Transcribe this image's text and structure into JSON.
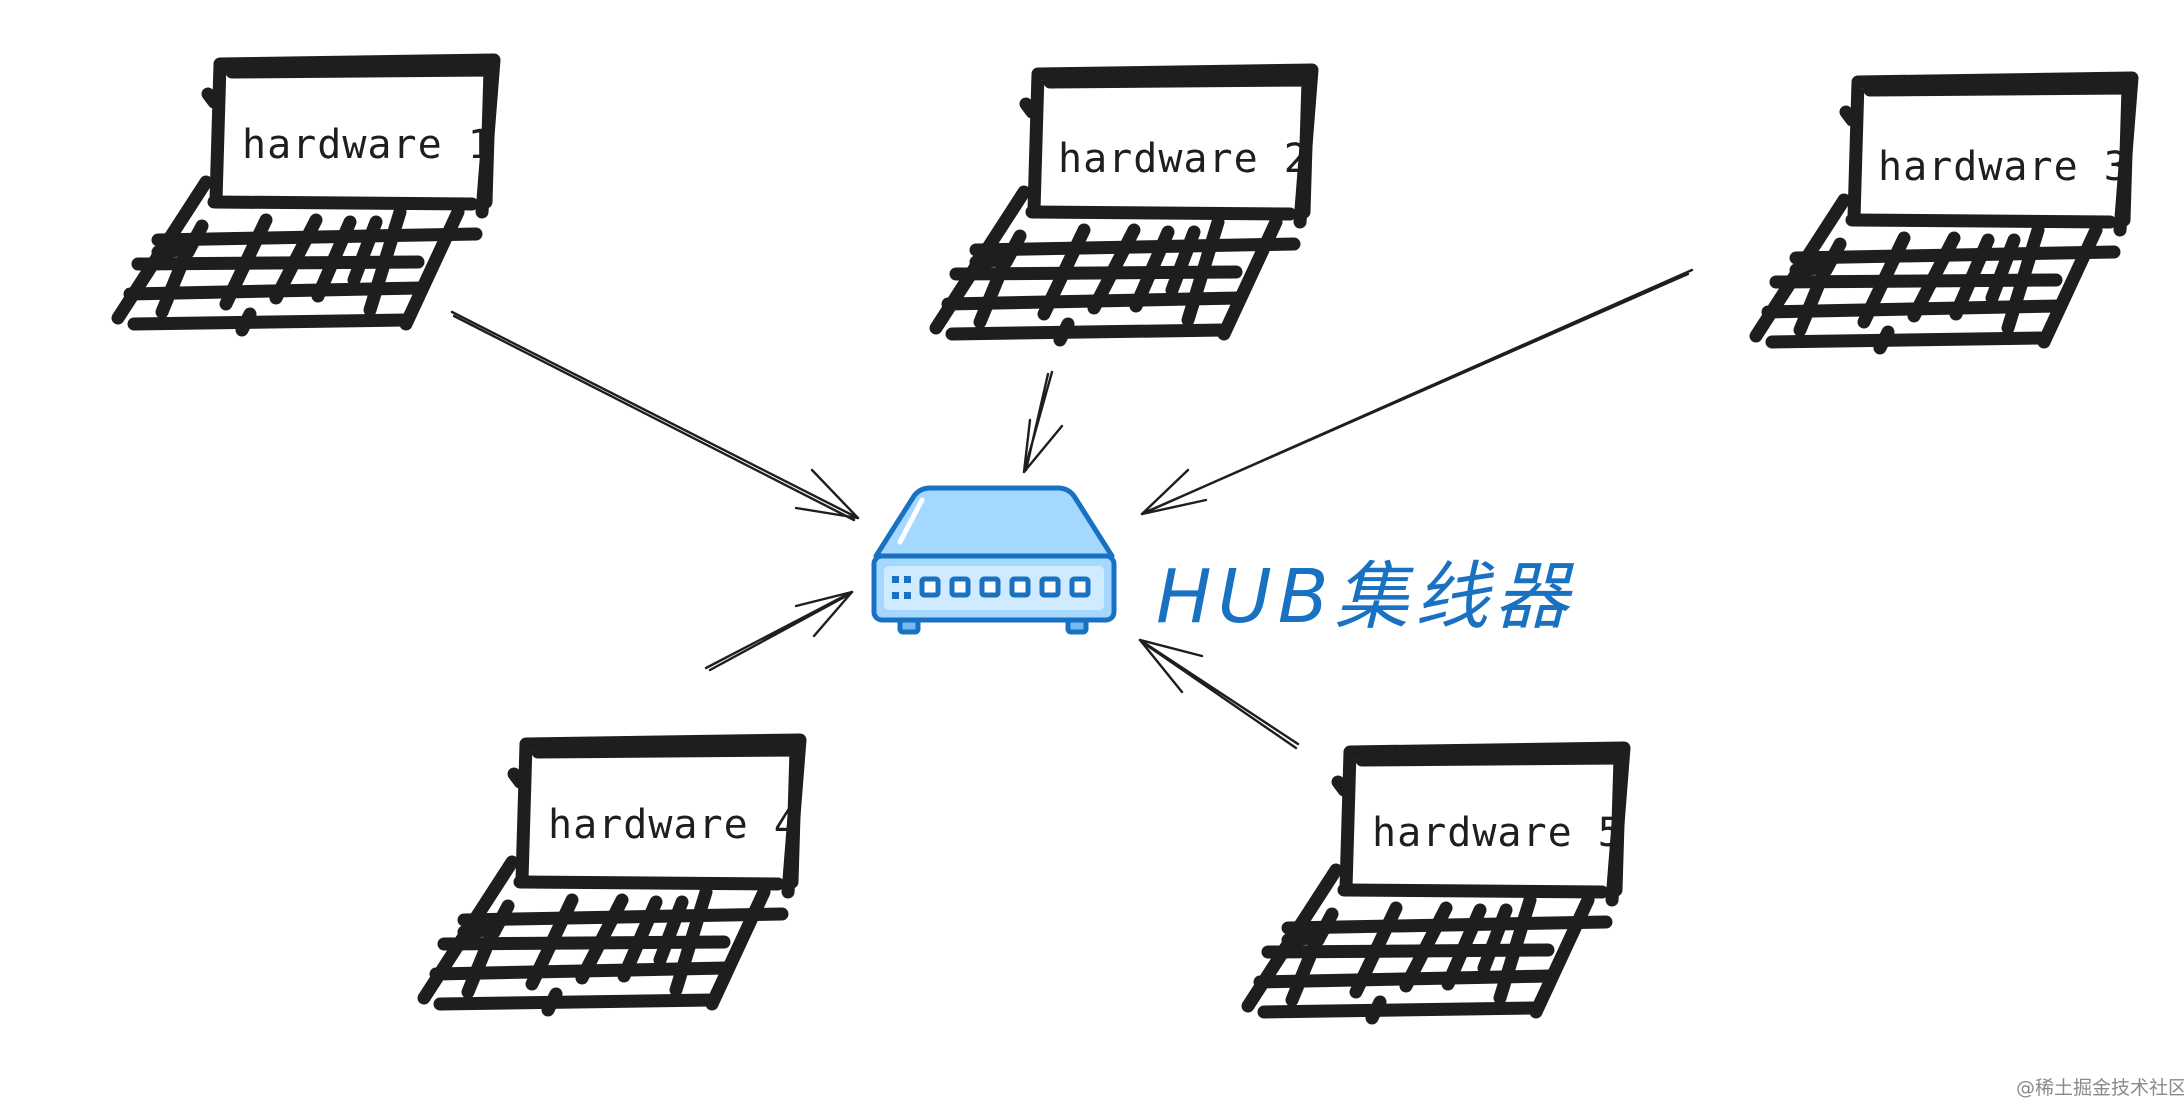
{
  "laptops": [
    {
      "id": "hardware-1",
      "label": "hardware 1"
    },
    {
      "id": "hardware-2",
      "label": "hardware 2"
    },
    {
      "id": "hardware-3",
      "label": "hardware 3"
    },
    {
      "id": "hardware-4",
      "label": "hardware 4"
    },
    {
      "id": "hardware-5",
      "label": "hardware 5"
    }
  ],
  "hub": {
    "label": "HUB集线器",
    "color": "#1971c2",
    "body_color": "#a5d8ff"
  },
  "watermark": "@稀土掘金技术社区",
  "stroke_color": "#1e1e1e"
}
